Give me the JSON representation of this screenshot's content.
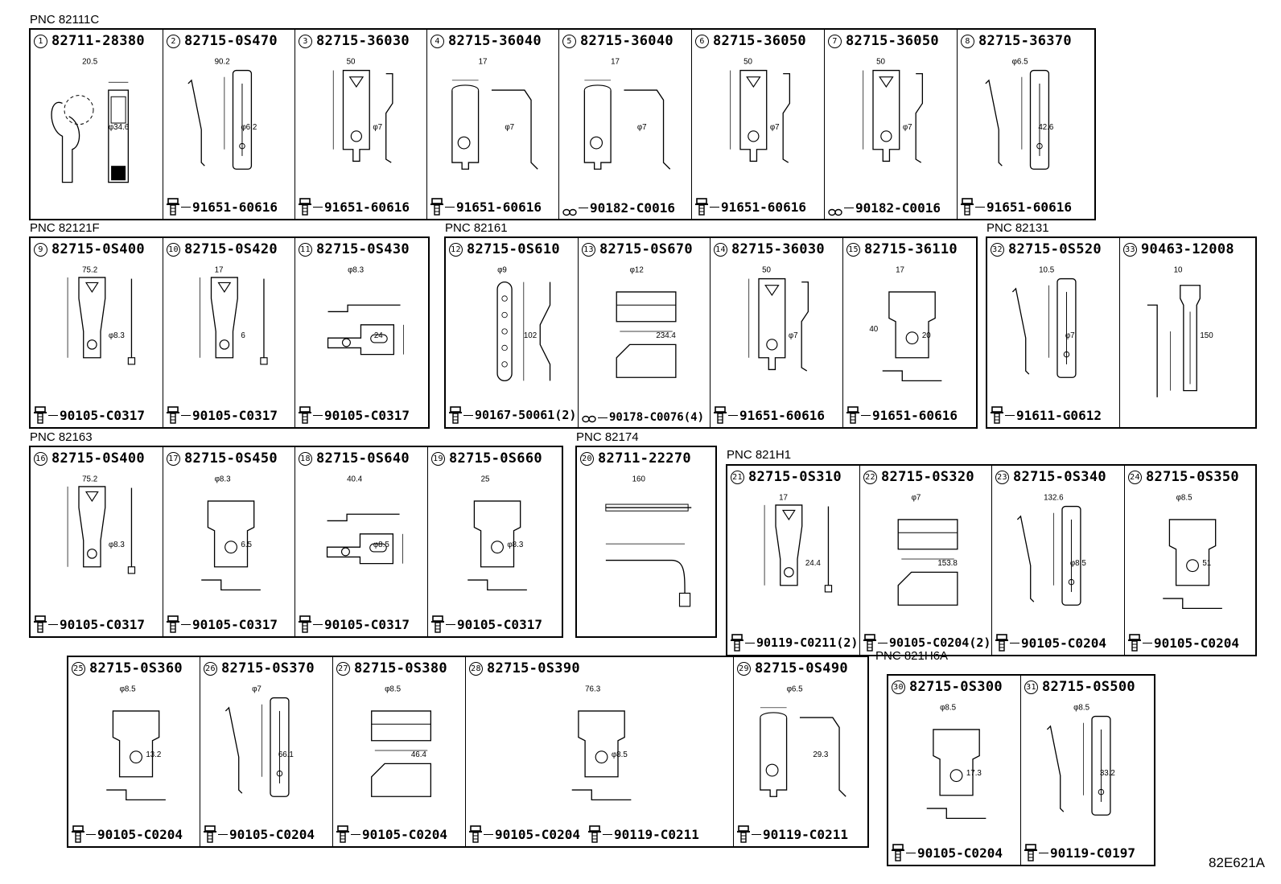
{
  "pnc_labels": {
    "g1": "PNC 82111C",
    "g2": "PNC 82121F",
    "g3": "PNC 82161",
    "g4": "PNC 82131",
    "g5": "PNC 82163",
    "g6": "PNC 82174",
    "g7": "PNC 821H1",
    "g9": "PNC 821H6A"
  },
  "diagram_code": "82E621A",
  "cells": {
    "c1": {
      "num": "1",
      "part": "82711-28380",
      "dims": [
        "20.5",
        "φ34.6"
      ],
      "fasteners": []
    },
    "c2": {
      "num": "2",
      "part": "82715-0S470",
      "dims": [
        "90.2",
        "φ6.2"
      ],
      "fasteners": [
        {
          "icon": "bolt",
          "part": "91651-60616"
        }
      ]
    },
    "c3": {
      "num": "3",
      "part": "82715-36030",
      "dims": [
        "50",
        "φ7"
      ],
      "fasteners": [
        {
          "icon": "bolt",
          "part": "91651-60616"
        }
      ]
    },
    "c4": {
      "num": "4",
      "part": "82715-36040",
      "dims": [
        "17",
        "φ7"
      ],
      "fasteners": [
        {
          "icon": "bolt",
          "part": "91651-60616"
        }
      ]
    },
    "c5": {
      "num": "5",
      "part": "82715-36040",
      "dims": [
        "17",
        "φ7"
      ],
      "fasteners": [
        {
          "icon": "clip",
          "part": "90182-C0016"
        }
      ]
    },
    "c6": {
      "num": "6",
      "part": "82715-36050",
      "dims": [
        "50",
        "φ7"
      ],
      "fasteners": [
        {
          "icon": "bolt",
          "part": "91651-60616"
        }
      ]
    },
    "c7": {
      "num": "7",
      "part": "82715-36050",
      "dims": [
        "50",
        "φ7"
      ],
      "fasteners": [
        {
          "icon": "clip",
          "part": "90182-C0016"
        }
      ]
    },
    "c8": {
      "num": "8",
      "part": "82715-36370",
      "dims": [
        "φ6.5",
        "42.6"
      ],
      "fasteners": [
        {
          "icon": "bolt",
          "part": "91651-60616"
        }
      ]
    },
    "c9": {
      "num": "9",
      "part": "82715-0S400",
      "dims": [
        "75.2",
        "φ8.3"
      ],
      "fasteners": [
        {
          "icon": "bolt",
          "part": "90105-C0317"
        }
      ]
    },
    "c10": {
      "num": "10",
      "part": "82715-0S420",
      "dims": [
        "17",
        "6"
      ],
      "fasteners": [
        {
          "icon": "bolt",
          "part": "90105-C0317"
        }
      ]
    },
    "c11": {
      "num": "11",
      "part": "82715-0S430",
      "dims": [
        "φ8.3",
        "24"
      ],
      "fasteners": [
        {
          "icon": "bolt",
          "part": "90105-C0317"
        }
      ]
    },
    "c12": {
      "num": "12",
      "part": "82715-0S610",
      "dims": [
        "φ9",
        "102"
      ],
      "fasteners": [
        {
          "icon": "bolt",
          "part": "90167-50061(2)"
        }
      ]
    },
    "c13": {
      "num": "13",
      "part": "82715-0S670",
      "dims": [
        "φ12",
        "234.4"
      ],
      "fasteners": [
        {
          "icon": "clip",
          "part": "90178-C0076(4)"
        }
      ]
    },
    "c14": {
      "num": "14",
      "part": "82715-36030",
      "dims": [
        "50",
        "φ7"
      ],
      "fasteners": [
        {
          "icon": "bolt",
          "part": "91651-60616"
        }
      ]
    },
    "c15": {
      "num": "15",
      "part": "82715-36110",
      "dims": [
        "17",
        "20",
        "40"
      ],
      "fasteners": [
        {
          "icon": "bolt",
          "part": "91651-60616"
        }
      ]
    },
    "c32": {
      "num": "32",
      "part": "82715-0S520",
      "dims": [
        "10.5",
        "φ7"
      ],
      "fasteners": [
        {
          "icon": "bolt",
          "part": "91611-G0612"
        }
      ]
    },
    "c33": {
      "num": "33",
      "part": "90463-12008",
      "dims": [
        "10",
        "150"
      ],
      "fasteners": []
    },
    "c16": {
      "num": "16",
      "part": "82715-0S400",
      "dims": [
        "75.2",
        "φ8.3"
      ],
      "fasteners": [
        {
          "icon": "bolt",
          "part": "90105-C0317"
        }
      ]
    },
    "c17": {
      "num": "17",
      "part": "82715-0S450",
      "dims": [
        "φ8.3",
        "6.5"
      ],
      "fasteners": [
        {
          "icon": "bolt",
          "part": "90105-C0317"
        }
      ]
    },
    "c18": {
      "num": "18",
      "part": "82715-0S640",
      "dims": [
        "40.4",
        "φ8.5"
      ],
      "fasteners": [
        {
          "icon": "bolt",
          "part": "90105-C0317"
        }
      ]
    },
    "c19": {
      "num": "19",
      "part": "82715-0S660",
      "dims": [
        "25",
        "φ8.3"
      ],
      "fasteners": [
        {
          "icon": "bolt",
          "part": "90105-C0317"
        }
      ]
    },
    "c20": {
      "num": "20",
      "part": "82711-22270",
      "dims": [
        "160"
      ],
      "fasteners": []
    },
    "c21": {
      "num": "21",
      "part": "82715-0S310",
      "dims": [
        "17",
        "24.4"
      ],
      "fasteners": [
        {
          "icon": "bolt",
          "part": "90119-C0211(2)"
        }
      ]
    },
    "c22": {
      "num": "22",
      "part": "82715-0S320",
      "dims": [
        "φ7",
        "153.8"
      ],
      "fasteners": [
        {
          "icon": "bolt",
          "part": "90105-C0204(2)"
        }
      ]
    },
    "c23": {
      "num": "23",
      "part": "82715-0S340",
      "dims": [
        "132.6",
        "φ8.5"
      ],
      "fasteners": [
        {
          "icon": "bolt",
          "part": "90105-C0204"
        }
      ]
    },
    "c24": {
      "num": "24",
      "part": "82715-0S350",
      "dims": [
        "φ8.5",
        "51"
      ],
      "fasteners": [
        {
          "icon": "bolt",
          "part": "90105-C0204"
        }
      ]
    },
    "c25": {
      "num": "25",
      "part": "82715-0S360",
      "dims": [
        "φ8.5",
        "13.2"
      ],
      "fasteners": [
        {
          "icon": "bolt",
          "part": "90105-C0204"
        }
      ]
    },
    "c26": {
      "num": "26",
      "part": "82715-0S370",
      "dims": [
        "φ7",
        "66.1"
      ],
      "fasteners": [
        {
          "icon": "bolt",
          "part": "90105-C0204"
        }
      ]
    },
    "c27": {
      "num": "27",
      "part": "82715-0S380",
      "dims": [
        "φ8.5",
        "46.4"
      ],
      "fasteners": [
        {
          "icon": "bolt",
          "part": "90105-C0204"
        }
      ]
    },
    "c28": {
      "num": "28",
      "part": "82715-0S390",
      "dims": [
        "76.3",
        "φ8.5"
      ],
      "fasteners": [
        {
          "icon": "bolt",
          "part": "90105-C0204"
        },
        {
          "icon": "bolt",
          "part": "90119-C0211"
        }
      ]
    },
    "c29": {
      "num": "29",
      "part": "82715-0S490",
      "dims": [
        "φ6.5",
        "29.3"
      ],
      "fasteners": [
        {
          "icon": "bolt",
          "part": "90119-C0211"
        }
      ]
    },
    "c30": {
      "num": "30",
      "part": "82715-0S300",
      "dims": [
        "φ8.5",
        "17.3"
      ],
      "fasteners": [
        {
          "icon": "bolt",
          "part": "90105-C0204"
        }
      ]
    },
    "c31": {
      "num": "31",
      "part": "82715-0S500",
      "dims": [
        "φ8.5",
        "33.2"
      ],
      "fasteners": [
        {
          "icon": "bolt",
          "part": "90119-C0197"
        }
      ]
    }
  }
}
